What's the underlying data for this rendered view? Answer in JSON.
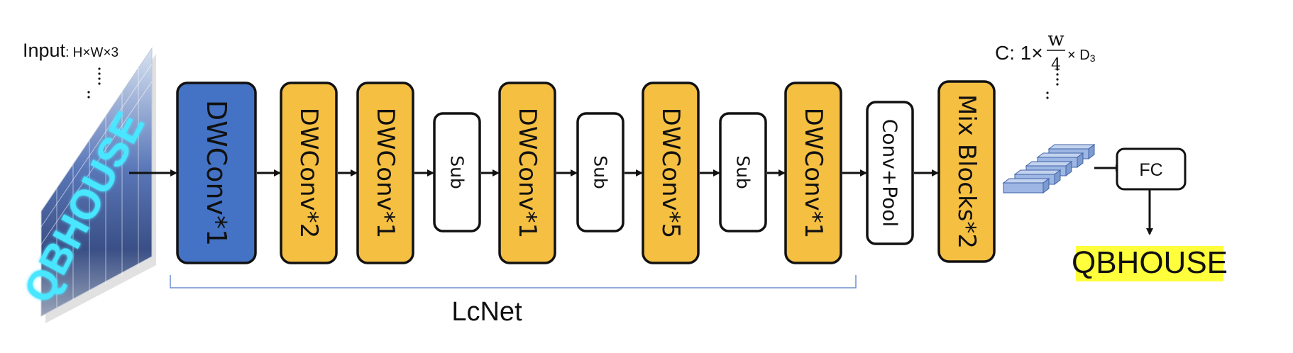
{
  "input": {
    "label": "Input",
    "shape": "H×W×3",
    "image_text": "QBHOUSE"
  },
  "blocks": [
    {
      "label": "DWConv*1",
      "kind": "primary"
    },
    {
      "label": "DWConv*2",
      "kind": "conv"
    },
    {
      "label": "DWConv*1",
      "kind": "conv"
    },
    {
      "label": "Sub",
      "kind": "sub"
    },
    {
      "label": "DWConv*1",
      "kind": "conv"
    },
    {
      "label": "Sub",
      "kind": "sub"
    },
    {
      "label": "DWConv*5",
      "kind": "conv"
    },
    {
      "label": "Sub",
      "kind": "sub"
    },
    {
      "label": "DWConv*1",
      "kind": "conv"
    },
    {
      "label": "Conv+Pool",
      "kind": "sub"
    },
    {
      "label": "Mix  Blocks*2",
      "kind": "conv"
    }
  ],
  "group": {
    "label": "LcNet"
  },
  "feature": {
    "prefix": "C: 1×",
    "numerator": "w",
    "denominator": "4",
    "suffix": " × D",
    "subscript": "3"
  },
  "fc": {
    "label": "FC"
  },
  "output": {
    "label": "QBHOUSE"
  },
  "colors": {
    "primary": "#4472c4",
    "conv": "#f5bf42",
    "sub": "#ffffff",
    "stroke": "#111111",
    "bracket": "#6e8fd0",
    "highlight": "#ffff3c",
    "feature_fill": "#9db6e3",
    "feature_stroke": "#3f63a8"
  }
}
